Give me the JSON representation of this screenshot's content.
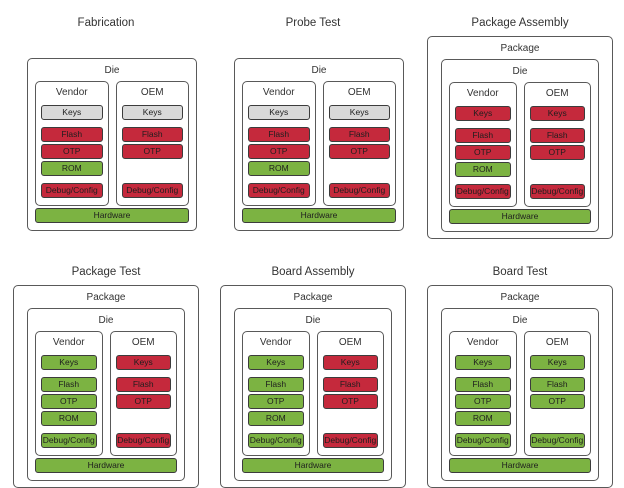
{
  "colors": {
    "red": "#c5293c",
    "green": "#7cb342",
    "gray": "#d9d9d9",
    "border": "#3c3c3c",
    "background": "#ffffff"
  },
  "panels": [
    {
      "title": "Fabrication",
      "package": false,
      "die_label": "Die",
      "columns": [
        {
          "label": "Vendor",
          "keys": {
            "label": "Keys",
            "color": "gray"
          },
          "memory": [
            {
              "label": "Flash",
              "color": "red"
            },
            {
              "label": "OTP",
              "color": "red"
            },
            {
              "label": "ROM",
              "color": "green"
            }
          ],
          "debug": {
            "label": "Debug/Config",
            "color": "red"
          }
        },
        {
          "label": "OEM",
          "keys": {
            "label": "Keys",
            "color": "gray"
          },
          "memory": [
            {
              "label": "Flash",
              "color": "red"
            },
            {
              "label": "OTP",
              "color": "red"
            }
          ],
          "debug": {
            "label": "Debug/Config",
            "color": "red"
          }
        }
      ],
      "hardware": {
        "label": "Hardware",
        "color": "green"
      }
    },
    {
      "title": "Probe Test",
      "package": false,
      "die_label": "Die",
      "columns": [
        {
          "label": "Vendor",
          "keys": {
            "label": "Keys",
            "color": "gray"
          },
          "memory": [
            {
              "label": "Flash",
              "color": "red"
            },
            {
              "label": "OTP",
              "color": "red"
            },
            {
              "label": "ROM",
              "color": "green"
            }
          ],
          "debug": {
            "label": "Debug/Config",
            "color": "red"
          }
        },
        {
          "label": "OEM",
          "keys": {
            "label": "Keys",
            "color": "gray"
          },
          "memory": [
            {
              "label": "Flash",
              "color": "red"
            },
            {
              "label": "OTP",
              "color": "red"
            }
          ],
          "debug": {
            "label": "Debug/Config",
            "color": "red"
          }
        }
      ],
      "hardware": {
        "label": "Hardware",
        "color": "green"
      }
    },
    {
      "title": "Package Assembly",
      "package": true,
      "package_label": "Package",
      "die_label": "Die",
      "columns": [
        {
          "label": "Vendor",
          "keys": {
            "label": "Keys",
            "color": "red"
          },
          "memory": [
            {
              "label": "Flash",
              "color": "red"
            },
            {
              "label": "OTP",
              "color": "red"
            },
            {
              "label": "ROM",
              "color": "green"
            }
          ],
          "debug": {
            "label": "Debug/Config",
            "color": "red"
          }
        },
        {
          "label": "OEM",
          "keys": {
            "label": "Keys",
            "color": "red"
          },
          "memory": [
            {
              "label": "Flash",
              "color": "red"
            },
            {
              "label": "OTP",
              "color": "red"
            }
          ],
          "debug": {
            "label": "Debug/Config",
            "color": "red"
          }
        }
      ],
      "hardware": {
        "label": "Hardware",
        "color": "green"
      }
    },
    {
      "title": "Package Test",
      "package": true,
      "package_label": "Package",
      "die_label": "Die",
      "columns": [
        {
          "label": "Vendor",
          "keys": {
            "label": "Keys",
            "color": "green"
          },
          "memory": [
            {
              "label": "Flash",
              "color": "green"
            },
            {
              "label": "OTP",
              "color": "green"
            },
            {
              "label": "ROM",
              "color": "green"
            }
          ],
          "debug": {
            "label": "Debug/Config",
            "color": "green"
          }
        },
        {
          "label": "OEM",
          "keys": {
            "label": "Keys",
            "color": "red"
          },
          "memory": [
            {
              "label": "Flash",
              "color": "red"
            },
            {
              "label": "OTP",
              "color": "red"
            }
          ],
          "debug": {
            "label": "Debug/Config",
            "color": "red"
          }
        }
      ],
      "hardware": {
        "label": "Hardware",
        "color": "green"
      }
    },
    {
      "title": "Board Assembly",
      "package": true,
      "package_label": "Package",
      "die_label": "Die",
      "columns": [
        {
          "label": "Vendor",
          "keys": {
            "label": "Keys",
            "color": "green"
          },
          "memory": [
            {
              "label": "Flash",
              "color": "green"
            },
            {
              "label": "OTP",
              "color": "green"
            },
            {
              "label": "ROM",
              "color": "green"
            }
          ],
          "debug": {
            "label": "Debug/Config",
            "color": "green"
          }
        },
        {
          "label": "OEM",
          "keys": {
            "label": "Keys",
            "color": "red"
          },
          "memory": [
            {
              "label": "Flash",
              "color": "red"
            },
            {
              "label": "OTP",
              "color": "red"
            }
          ],
          "debug": {
            "label": "Debug/Config",
            "color": "red"
          }
        }
      ],
      "hardware": {
        "label": "Hardware",
        "color": "green"
      }
    },
    {
      "title": "Board Test",
      "package": true,
      "package_label": "Package",
      "die_label": "Die",
      "columns": [
        {
          "label": "Vendor",
          "keys": {
            "label": "Keys",
            "color": "green"
          },
          "memory": [
            {
              "label": "Flash",
              "color": "green"
            },
            {
              "label": "OTP",
              "color": "green"
            },
            {
              "label": "ROM",
              "color": "green"
            }
          ],
          "debug": {
            "label": "Debug/Config",
            "color": "green"
          }
        },
        {
          "label": "OEM",
          "keys": {
            "label": "Keys",
            "color": "green"
          },
          "memory": [
            {
              "label": "Flash",
              "color": "green"
            },
            {
              "label": "OTP",
              "color": "green"
            }
          ],
          "debug": {
            "label": "Debug/Config",
            "color": "green"
          }
        }
      ],
      "hardware": {
        "label": "Hardware",
        "color": "green"
      }
    }
  ]
}
